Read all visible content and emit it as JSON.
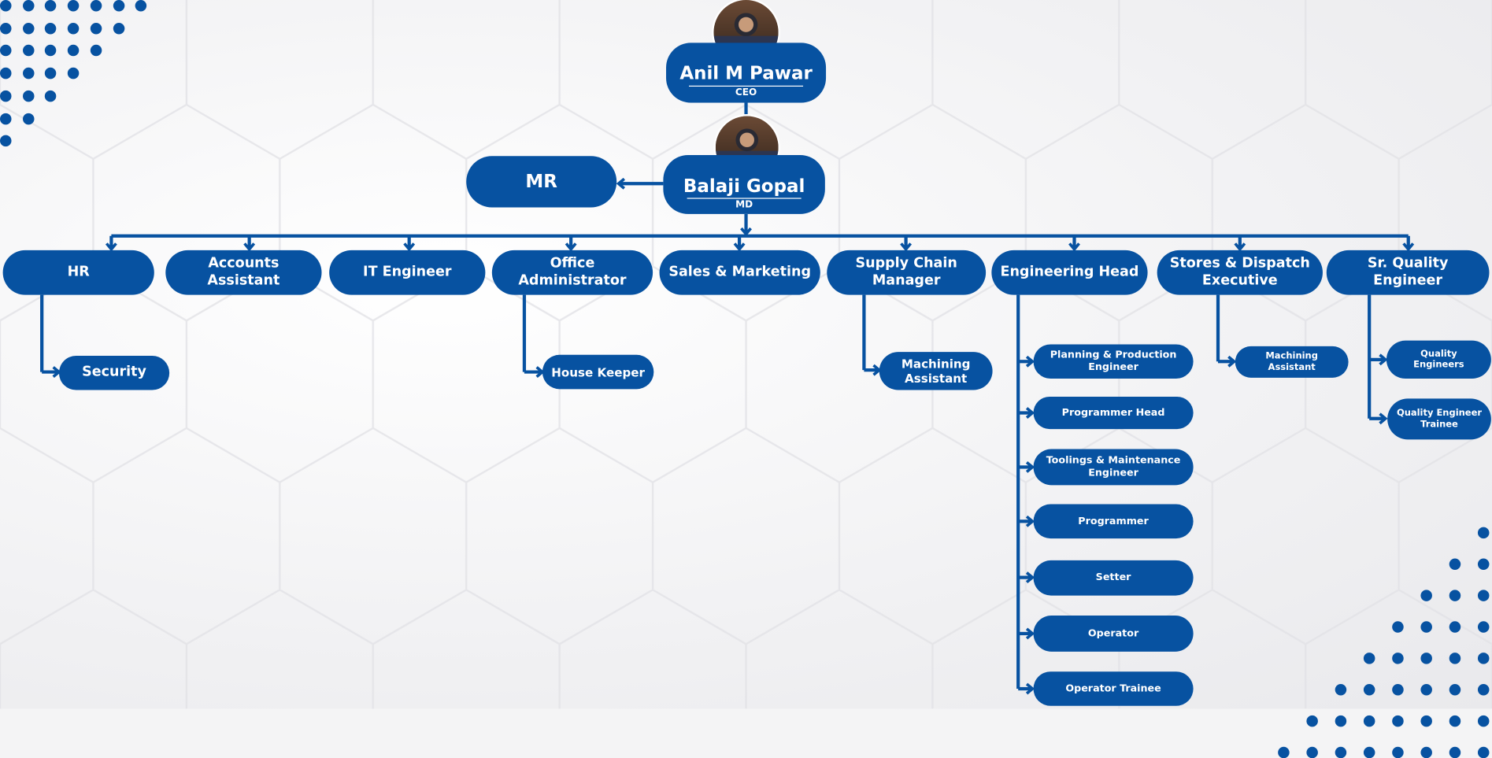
{
  "ceo": {
    "name": "Anil M Pawar",
    "role": "CEO"
  },
  "md": {
    "name": "Balaji Gopal",
    "role": "MD"
  },
  "mr": {
    "label": "MR"
  },
  "departments": [
    "HR",
    "Accounts Assistant",
    "IT Engineer",
    "Office Administrator",
    "Sales & Marketing",
    "Supply Chain Manager",
    "Engineering Head",
    "Stores & Dispatch Executive",
    "Sr. Quality Engineer"
  ],
  "hr_sub": [
    "Security"
  ],
  "office_sub": [
    "House Keeper"
  ],
  "supply_sub": [
    "Machining Assistant"
  ],
  "engineering_sub": [
    "Planning & Production Engineer",
    "Programmer Head",
    "Toolings & Maintenance Engineer",
    "Programmer",
    "Setter",
    "Operator",
    "Operator Trainee"
  ],
  "stores_sub": [
    "Machining Assistant"
  ],
  "quality_sub": [
    "Quality Engineers",
    "Quality Engineer Trainee"
  ],
  "colors": {
    "accent": "#0752a1"
  }
}
